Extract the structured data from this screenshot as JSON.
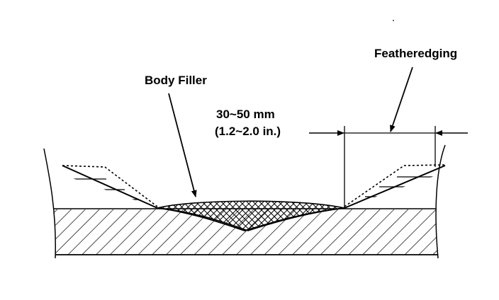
{
  "labels": {
    "body_filler": "Body Filler",
    "featheredging": "Featheredging",
    "dimension_metric": "30~50 mm",
    "dimension_imperial": "(1.2~2.0 in.)"
  },
  "colors": {
    "ink": "#000000",
    "paper": "#ffffff"
  }
}
